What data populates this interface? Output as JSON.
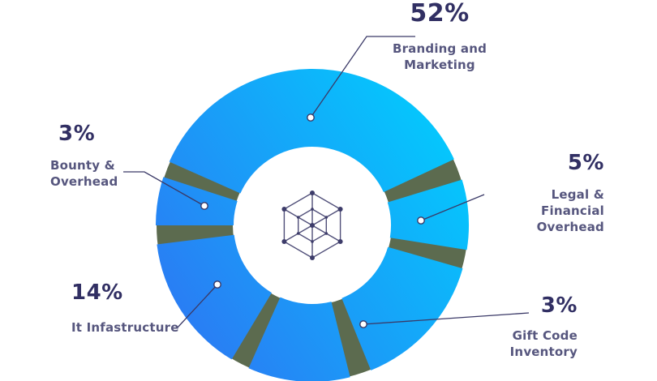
{
  "chart_data": {
    "type": "pie",
    "donut": true,
    "title": "",
    "legend_position": "callouts",
    "center_icon": "network-web-icon",
    "unit": "%",
    "slices": [
      {
        "id": "branding",
        "label": "Branding and Marketing",
        "value": 52,
        "pct_label": "52%",
        "label_lines": [
          "Branding and",
          "Marketing"
        ]
      },
      {
        "id": "legal",
        "label": "Legal & Financial Overhead",
        "value": 5,
        "pct_label": "5%",
        "label_lines": [
          "Legal & Financial",
          "Overhead"
        ]
      },
      {
        "id": "gift",
        "label": "Gift Code Inventory",
        "value": 3,
        "pct_label": "3%",
        "label_lines": [
          "Gift Code",
          "Inventory"
        ]
      },
      {
        "id": "infrastructure",
        "label": "It Infastructure",
        "value": 14,
        "pct_label": "14%",
        "label_lines": [
          "It Infastructure"
        ]
      },
      {
        "id": "bounty",
        "label": "Bounty & Overhead",
        "value": 3,
        "pct_label": "3%",
        "label_lines": [
          "Bounty &",
          "Overhead"
        ]
      }
    ],
    "unlabeled_segment_present": true,
    "colors": {
      "gradient_start": "#00d0fe",
      "gradient_end": "#2d76f3",
      "separator": "#5c6b4f",
      "percent_text": "#312f63",
      "label_text": "#56567e",
      "leader_line": "#3a3967",
      "icon": "#3d3c6a",
      "background": "#ffffff"
    }
  }
}
